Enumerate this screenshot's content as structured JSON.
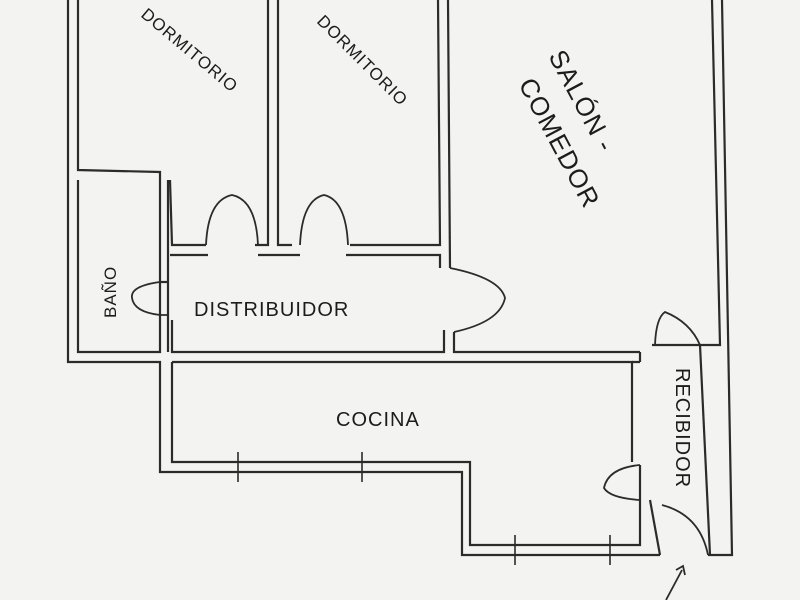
{
  "floor_plan": {
    "rooms": {
      "bedroom_left": "DORMITORIO",
      "bedroom_right": "DORMITORIO",
      "living_dining_line1": "SALÓN -",
      "living_dining_line2": "COMEDOR",
      "bathroom": "BAÑO",
      "hallway": "DISTRIBUIDOR",
      "kitchen": "COCINA",
      "entrance_hall": "RECIBIDOR"
    },
    "colors": {
      "background": "#f3f3f1",
      "line": "#2b2b2b"
    }
  }
}
